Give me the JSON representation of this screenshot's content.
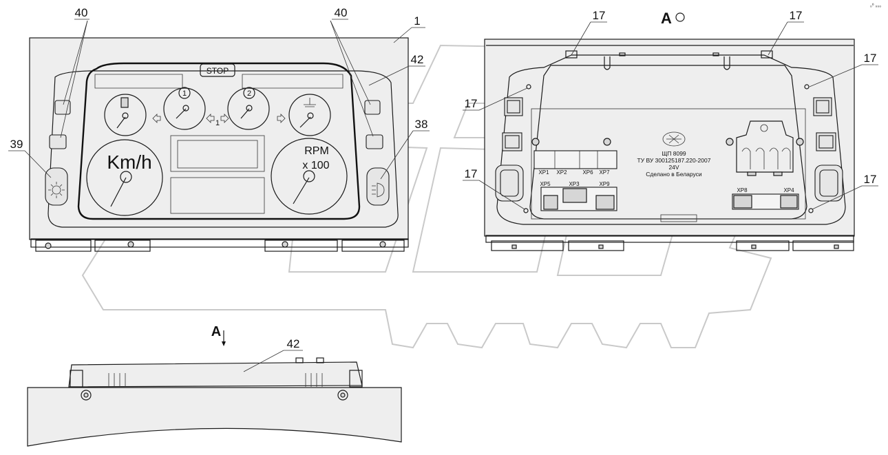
{
  "callouts": {
    "c40_left": "40",
    "c40_right": "40",
    "c1": "1",
    "c42_top": "42",
    "c39": "39",
    "c38": "38",
    "c17_a": "17",
    "c17_b": "17",
    "c17_c": "17",
    "c17_d": "17",
    "c17_e": "17",
    "c17_f": "17",
    "c42_bottom": "42"
  },
  "view_label": "A",
  "view_arrow_label": "A",
  "corner_mark": "₀⁰ ₀₀₀",
  "front": {
    "stop": "STOP",
    "gauge1": "1",
    "gauge2": "2",
    "turn_mid": "1",
    "speed_unit": "Km/h",
    "rpm_label": "RPM",
    "rpm_mult": "x 100"
  },
  "rear": {
    "connectors": {
      "xp1": "XP1",
      "xp2": "XP2",
      "xp6": "XP6",
      "xp7": "XP7",
      "xp5": "XP5",
      "xp3": "XP3",
      "xp9": "XP9",
      "xp8": "XP8",
      "xp4": "XP4"
    },
    "plate": {
      "model": "ЩП 8099",
      "spec": "ТУ ВУ 300125187.220-2007",
      "voltage": "24V",
      "origin": "Сделано в Беларуси"
    }
  },
  "colors": {
    "line": "#1a1a1a",
    "panel_fill": "#eeeeee",
    "watermark": "#c9c9c9"
  }
}
